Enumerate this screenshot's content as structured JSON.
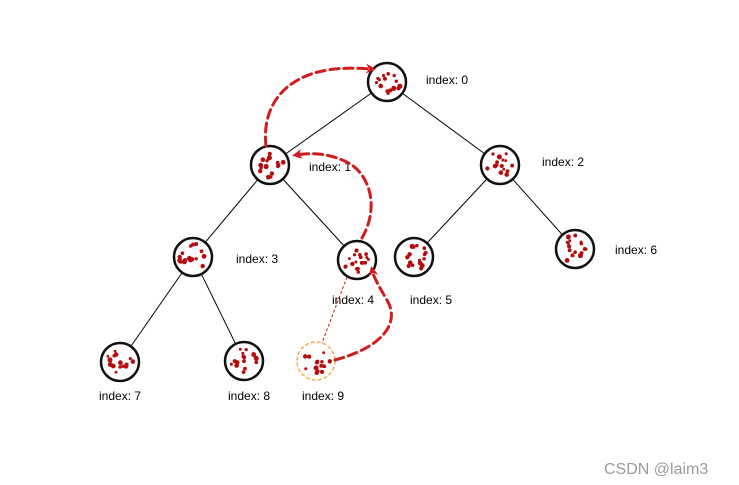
{
  "colors": {
    "edge": "#000000",
    "node_outline": "#111111",
    "dots": "#b30d0d",
    "arrow": "#d21b1b",
    "highlight": "#f5b04a"
  },
  "nodes": [
    {
      "id": 0,
      "label": "index: 0"
    },
    {
      "id": 1,
      "label": "index: 1"
    },
    {
      "id": 2,
      "label": "index: 2"
    },
    {
      "id": 3,
      "label": "index: 3"
    },
    {
      "id": 4,
      "label": "index: 4"
    },
    {
      "id": 5,
      "label": "index: 5"
    },
    {
      "id": 6,
      "label": "index: 6"
    },
    {
      "id": 7,
      "label": "index: 7"
    },
    {
      "id": 8,
      "label": "index: 8"
    },
    {
      "id": 9,
      "label": "index: 9",
      "highlighted": true
    }
  ],
  "edges": [
    [
      0,
      1
    ],
    [
      0,
      2
    ],
    [
      1,
      3
    ],
    [
      1,
      4
    ],
    [
      2,
      5
    ],
    [
      2,
      6
    ],
    [
      3,
      7
    ],
    [
      3,
      8
    ]
  ],
  "dashed_link": [
    4,
    9
  ],
  "arrows": [
    {
      "from": 9,
      "to": 4
    },
    {
      "from": 4,
      "to": 1
    },
    {
      "from": 1,
      "to": 0
    }
  ],
  "watermark": "CSDN @laim3"
}
